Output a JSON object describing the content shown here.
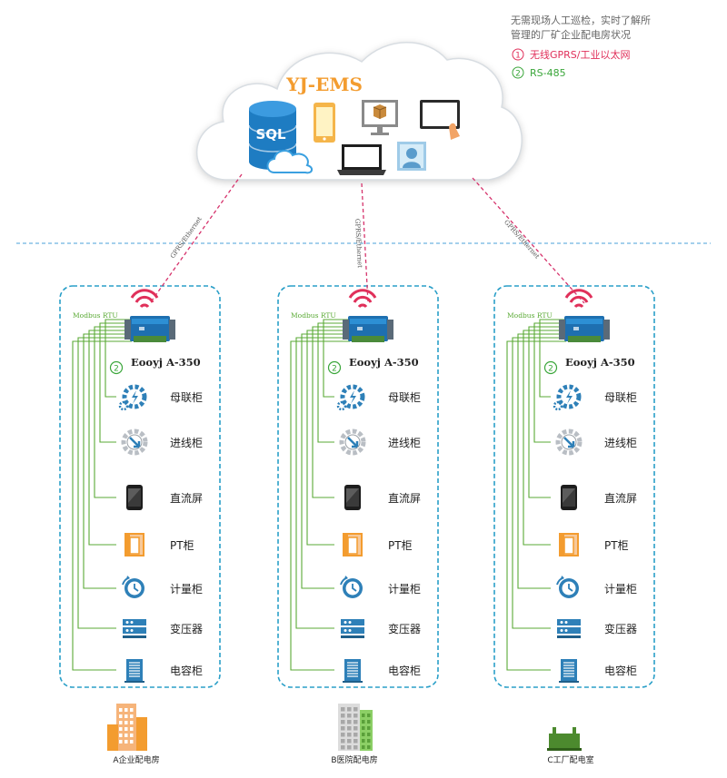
{
  "intro": {
    "line1": "无需现场人工巡检，实时了解所",
    "line2": "管理的厂矿企业配电房状况"
  },
  "legend": [
    {
      "num": "1",
      "label": "无线GPRS/工业以太网",
      "color": "#e0305a"
    },
    {
      "num": "2",
      "label": "RS-485",
      "color": "#3aa63a"
    }
  ],
  "cloud": {
    "title": "YJ-EMS",
    "sql_label": "SQL",
    "icons": [
      "database-icon",
      "cloud-icon",
      "mobile-phone-icon",
      "monitor-box-icon",
      "touch-tablet-icon",
      "laptop-icon",
      "user-portrait-icon"
    ]
  },
  "link_label": "GPRS/Ethernet",
  "panels": [
    {
      "bus_label": "Modbus RTU",
      "device_name": "Eooyj A-350",
      "badge": "2",
      "items": [
        "母联柜",
        "进线柜",
        "直流屏",
        "PT柜",
        "计量柜",
        "变压器",
        "电容柜"
      ],
      "site_label": "A企业配电房",
      "site_icon": "office-building-icon"
    },
    {
      "bus_label": "Modbus RTU",
      "device_name": "Eooyj A-350",
      "badge": "2",
      "items": [
        "母联柜",
        "进线柜",
        "直流屏",
        "PT柜",
        "计量柜",
        "变压器",
        "电容柜"
      ],
      "site_label": "B医院配电房",
      "site_icon": "hospital-building-icon"
    },
    {
      "bus_label": "Modbus RTU",
      "device_name": "Eooyj A-350",
      "badge": "2",
      "items": [
        "母联柜",
        "进线柜",
        "直流屏",
        "PT柜",
        "计量柜",
        "变压器",
        "电容柜"
      ],
      "site_label": "C工厂配电室",
      "site_icon": "factory-icon"
    }
  ],
  "item_icons": [
    "gear-lightning-icon",
    "gear-arrow-icon",
    "phone-screen-icon",
    "pt-cabinet-icon",
    "clock-meter-icon",
    "transformer-rack-icon",
    "capacitor-cabinet-icon"
  ],
  "colors": {
    "accent_orange": "#f39c2f",
    "bus_green": "#5aaa35",
    "link_red": "#d6336c",
    "panel_border": "#2a9fc8",
    "icon_blue": "#2e80b8"
  }
}
